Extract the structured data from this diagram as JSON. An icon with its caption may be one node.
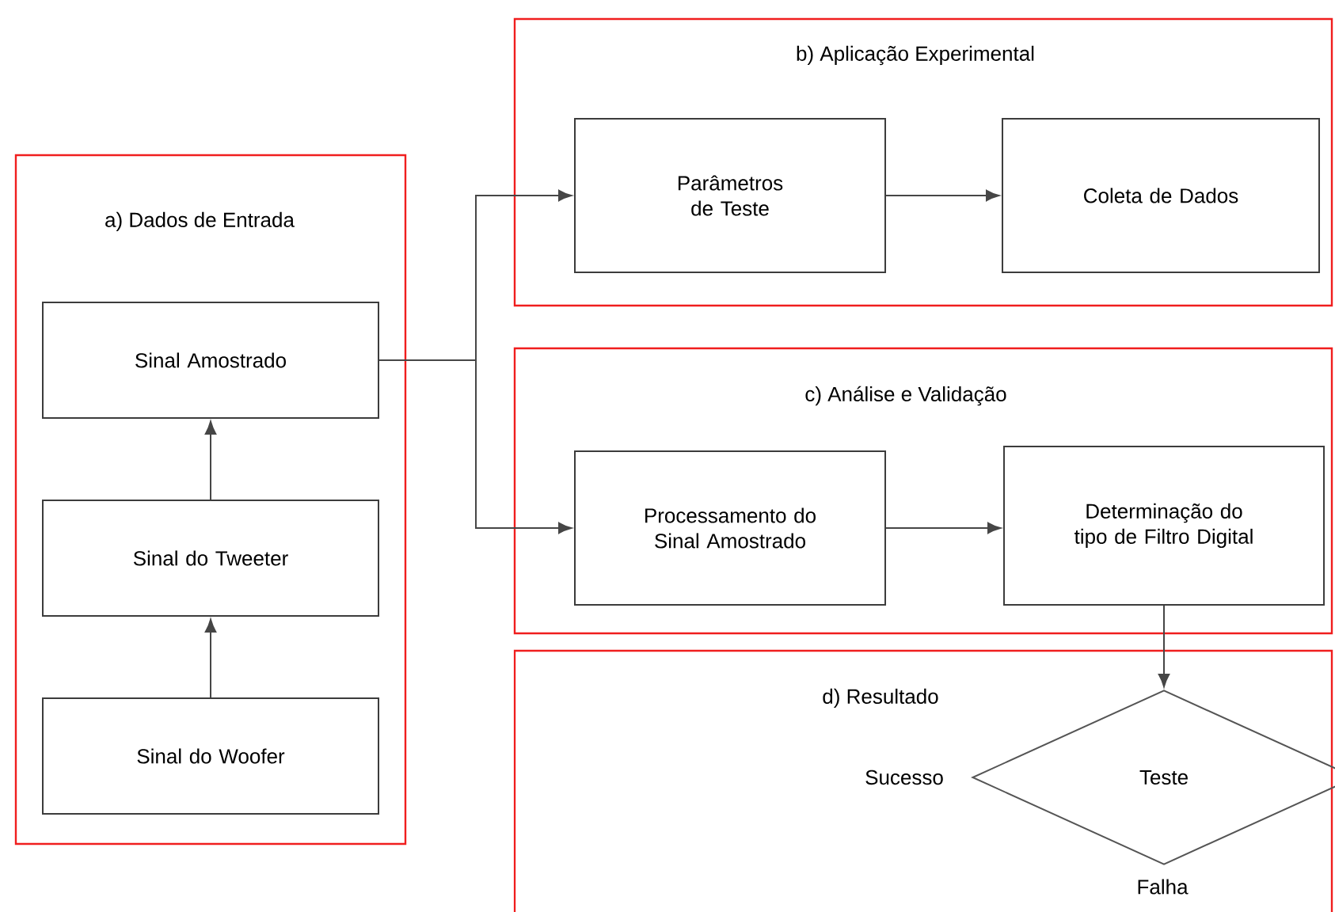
{
  "diagram": {
    "nodes": [
      {
        "text": [
          "a) Dados de Entrada"
        ]
      },
      {
        "text": [
          "Sinal Amostrado"
        ],
        "in": 0
      },
      {
        "text": [
          "Sinal do Tweeter"
        ],
        "in": 0
      },
      {
        "text": [
          "Sinal do Woofer"
        ],
        "in": 0
      },
      {
        "text": [
          "b) Aplicação Experimental"
        ]
      },
      {
        "text": [
          "Parâmetros de Teste"
        ],
        "in": 4
      },
      {
        "text": [
          "Coleta de Dados"
        ],
        "in": 4
      },
      {
        "text": [
          "c) Análise e Validação"
        ]
      },
      {
        "text": [
          "Processamento do Sinal Amostrado"
        ],
        "in": 7
      },
      {
        "text": [
          "Determinação do tipo de Filtro Digital"
        ],
        "in": 7
      },
      {
        "text": [
          "d) Resultado"
        ]
      },
      {
        "text": [
          "Teste"
        ],
        "in": 10,
        "beside": [
          "Sucesso",
          "Falha"
        ]
      }
    ],
    "edges": [
      {
        "from": 3,
        "to": 2,
        "arrow": "to"
      },
      {
        "from": 2,
        "to": 1,
        "arrow": "to"
      },
      {
        "from": 1,
        "to": 5,
        "arrow": "to"
      },
      {
        "from": 1,
        "to": 8,
        "arrow": "to"
      },
      {
        "from": 5,
        "to": 6,
        "arrow": "to"
      },
      {
        "from": 8,
        "to": 9,
        "arrow": "to"
      },
      {
        "from": 9,
        "to": 11,
        "arrow": "to"
      }
    ]
  }
}
